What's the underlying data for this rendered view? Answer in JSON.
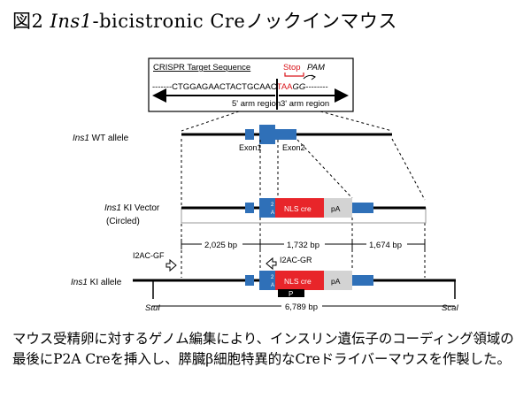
{
  "title": {
    "prefix": "図2 ",
    "gene": "Ins1",
    "suffix": "-bicistronic Creノックインマウス"
  },
  "crispr": {
    "heading": "CRISPR Target Sequence",
    "stop_label": "Stop",
    "pam_label": "PAM",
    "seq_black": "-------CTGGAGAACTACTGCAAC",
    "seq_red": "TAA",
    "seq_italic": "GG",
    "seq_tail": "--------",
    "arm5": "5' arm region",
    "arm3": "3' arm region"
  },
  "wt": {
    "label_italic": "Ins1",
    "label_rest": " WT allele",
    "exon1": "Exon1",
    "exon2": "Exon2"
  },
  "vector": {
    "label_italic": "Ins1",
    "label_rest": " KI Vector",
    "sub": "(Circled)",
    "nls": "NLS cre",
    "pa": "pA"
  },
  "dist": {
    "a": "2,025 bp",
    "b": "1,732 bp",
    "c": "1,674 bp"
  },
  "ki": {
    "label_italic": "Ins1",
    "label_rest": " KI allele",
    "primer_f": "I2AC-GF",
    "primer_r": "I2AC-GR",
    "nls": "NLS cre",
    "pa": "pA",
    "probe": "P",
    "stui": "StuI",
    "scai": "ScaI",
    "total": "6,789 bp"
  },
  "caption": "マウス受精卵に対するゲノム編集により、インスリン遺伝子のコーディング領域の最後にP2A Creを挿入し、膵臓β細胞特異的なCreドライバーマウスを作製した。",
  "colors": {
    "exon": "#2f70b8",
    "cre": "#e8252a",
    "pa": "#d3d3d3",
    "red_text": "#d9161c"
  }
}
